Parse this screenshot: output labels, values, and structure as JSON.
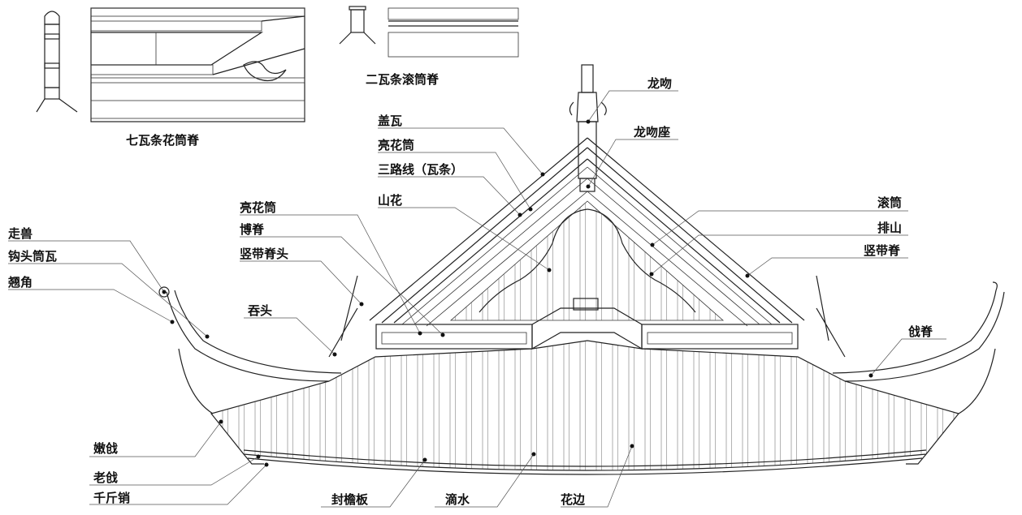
{
  "captions": {
    "seven_tile": "七瓦条花筒脊",
    "two_tile": "二瓦条滚筒脊"
  },
  "labels": {
    "long_wen": "龙吻",
    "long_wen_zuo": "龙吻座",
    "gai_wa": "盖瓦",
    "liang_hua_tong_top": "亮花筒",
    "san_lu_xian": "三路线（瓦条）",
    "shan_hua": "山花",
    "gun_tong": "滚筒",
    "pai_shan": "排山",
    "shu_dai_ji_right": "竖带脊",
    "liang_hua_tong_left": "亮花筒",
    "bo_ji": "博脊",
    "shu_dai_ji_tou": "竖带脊头",
    "tun_tou": "吞头",
    "zou_shou": "走兽",
    "gou_tou_tong_wa": "钩头筒瓦",
    "qiao_jiao": "翘角",
    "qiang_ji": "戗脊",
    "nen_qiang": "嫩戗",
    "lao_qiang": "老戗",
    "qian_jin_xiao": "千斤销",
    "feng_yan_ban": "封檐板",
    "di_shui": "滴水",
    "hua_bian": "花边"
  }
}
